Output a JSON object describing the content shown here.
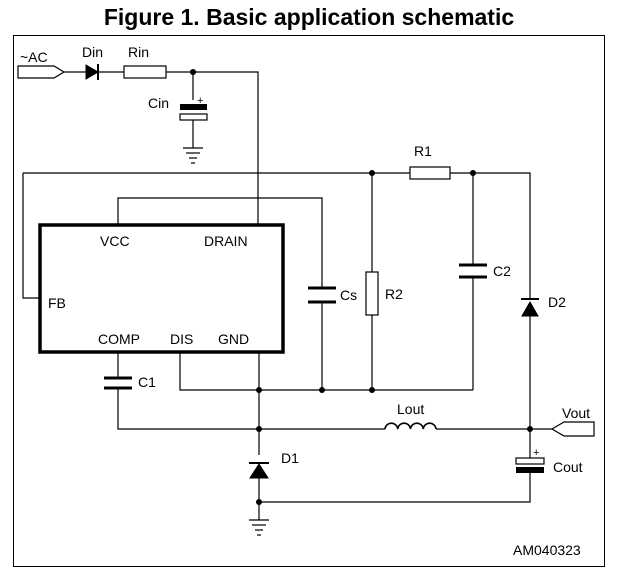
{
  "title": "Figure 1. Basic application schematic",
  "ref_code": "AM040323",
  "connectors": {
    "ac_input": "~AC",
    "vout": "Vout"
  },
  "ic": {
    "pins": {
      "vcc": "VCC",
      "drain": "DRAIN",
      "fb": "FB",
      "comp": "COMP",
      "dis": "DIS",
      "gnd": "GND"
    }
  },
  "components": {
    "din": "Din",
    "rin": "Rin",
    "cin": "Cin",
    "r1": "R1",
    "r2": "R2",
    "c2": "C2",
    "cs": "Cs",
    "d2": "D2",
    "c1": "C1",
    "lout": "Lout",
    "d1": "D1",
    "cout": "Cout"
  },
  "colors": {
    "ink": "#000000",
    "background": "#ffffff"
  }
}
